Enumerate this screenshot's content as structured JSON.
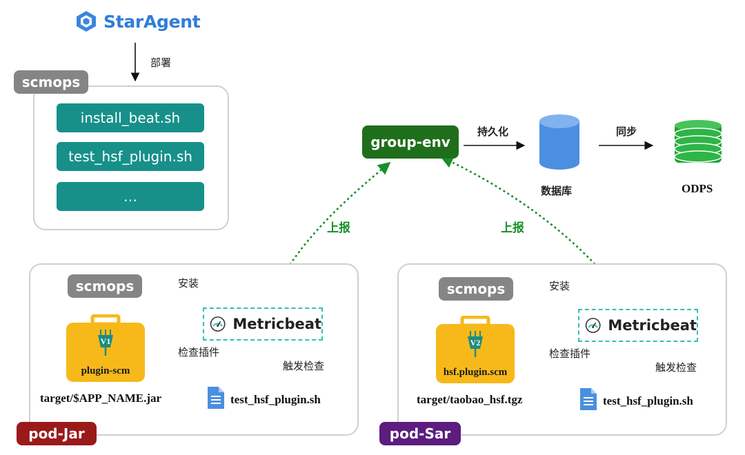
{
  "logo": {
    "text": "StarAgent"
  },
  "top": {
    "deploy_label": "部署",
    "scmops_tag": "scmops",
    "scripts": [
      "install_beat.sh",
      "test_hsf_plugin.sh",
      "…"
    ]
  },
  "center": {
    "group_env": "group-env",
    "persist_label": "持久化",
    "db_label": "数据库",
    "sync_label": "同步",
    "odps_label": "ODPS",
    "report_left": "上报",
    "report_right": "上报"
  },
  "pod_jar": {
    "tag": "pod-Jar",
    "scmops": "scmops",
    "install_label": "安装",
    "metricbeat": "Metricbeat",
    "version": "V1",
    "plugin": "plugin-scm",
    "check_plugin": "检查插件",
    "trigger_check": "触发检查",
    "target": "target/$APP_NAME.jar",
    "script": "test_hsf_plugin.sh"
  },
  "pod_sar": {
    "tag": "pod-Sar",
    "scmops": "scmops",
    "install_label": "安装",
    "metricbeat": "Metricbeat",
    "version": "V2",
    "plugin": "hsf.plugin.scm",
    "check_plugin": "检查插件",
    "trigger_check": "触发检查",
    "target": "target/taobao_hsf.tgz",
    "script": "test_hsf_plugin.sh"
  },
  "colors": {
    "script_teal": "#17908a",
    "group_env_green": "#1f6e1b",
    "db_blue": "#4a8fe0",
    "odps_green": "#22b53c",
    "bag_yellow": "#f7b91a",
    "pod_jar_red": "#9a1a1a",
    "pod_sar_purple": "#5c1d7e"
  }
}
